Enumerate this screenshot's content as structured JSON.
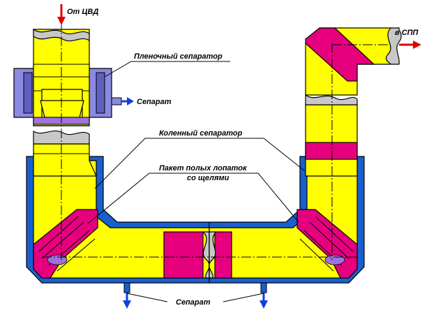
{
  "labels": {
    "from_tsd": "От ЦВД",
    "to_spp": "в СПП",
    "film_separator": "Пленочный сепаратор",
    "separate_top": "Сепарат",
    "elbow_separator": "Коленный сепаратор",
    "blade_package_line1": "Пакет полых лопаток",
    "blade_package_line2": "со щелями",
    "separate_bottom": "Сепарат"
  },
  "colors": {
    "pipe_fill": "#ffff00",
    "ring_fill": "#e6007e",
    "separator_body": "#8a8ae0",
    "outer_jacket": "#1a5fd0",
    "break_fill": "#c8c8c8",
    "arrow_red": "#e00000",
    "arrow_blue": "#1040e0"
  }
}
